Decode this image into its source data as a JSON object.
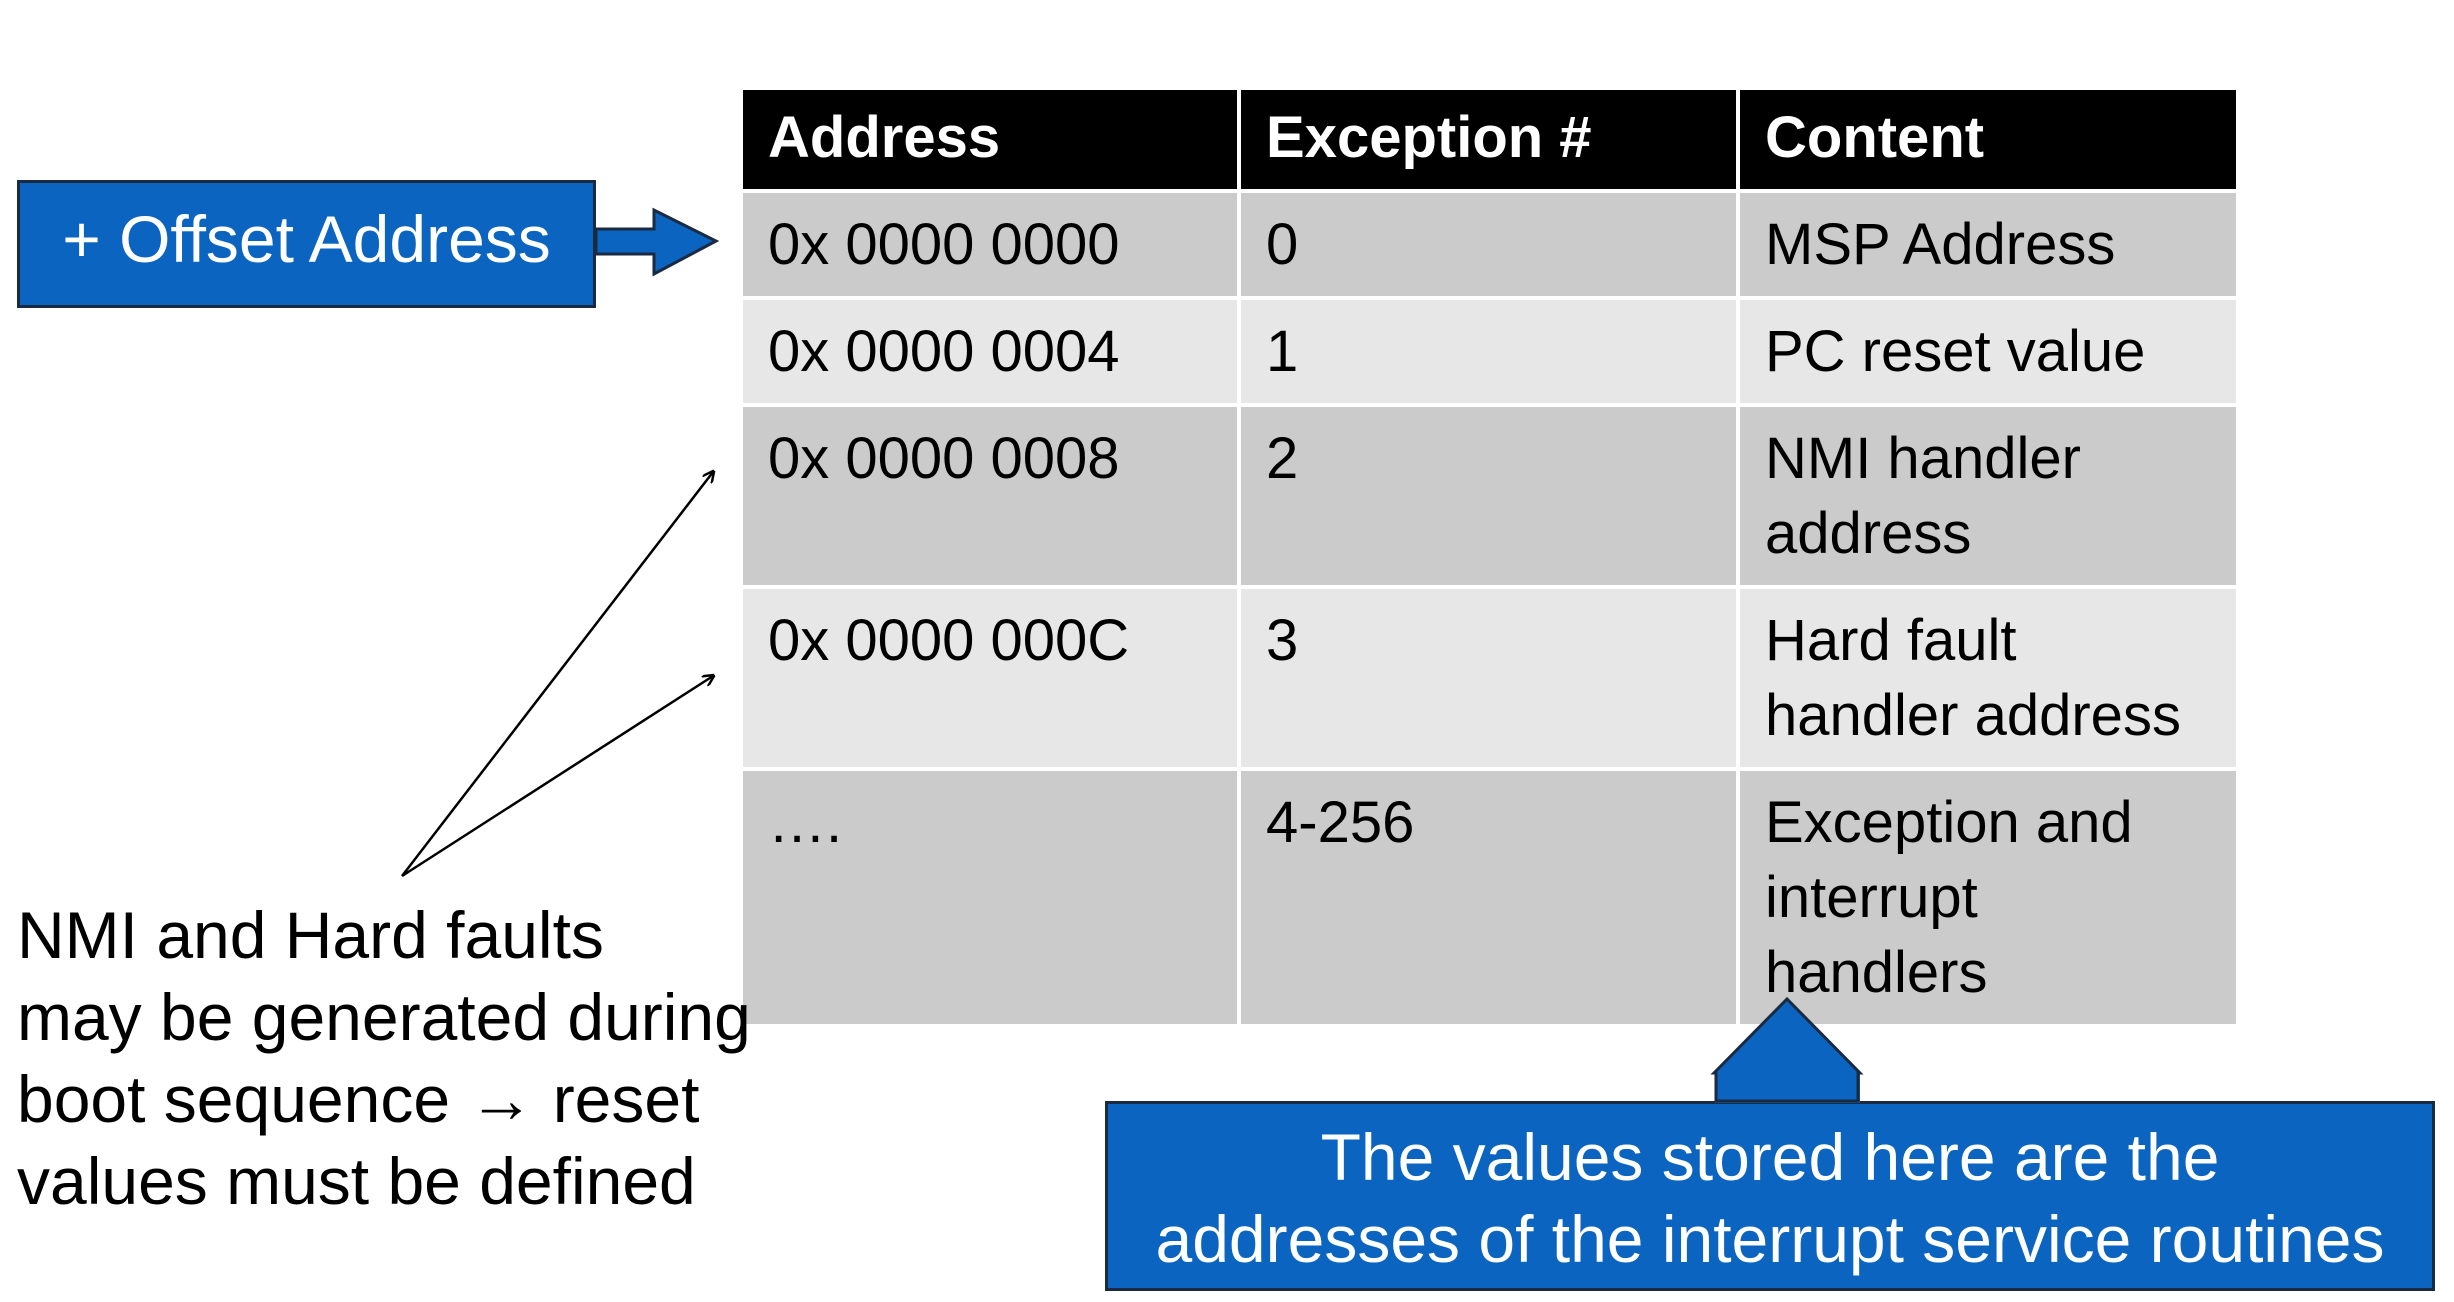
{
  "table": {
    "headers": [
      "Address",
      "Exception #",
      "Content"
    ],
    "rows": [
      {
        "address": "0x 0000 0000",
        "exception": "0",
        "content_lines": [
          "MSP Address"
        ]
      },
      {
        "address": "0x 0000 0004",
        "exception": "1",
        "content_lines": [
          "PC reset value"
        ]
      },
      {
        "address": "0x 0000 0008",
        "exception": "2",
        "content_lines": [
          "NMI handler",
          "address"
        ]
      },
      {
        "address": "0x 0000 000C",
        "exception": "3",
        "content_lines": [
          "Hard fault",
          "handler address"
        ]
      },
      {
        "address": "….",
        "exception": "4-256",
        "content_lines": [
          "Exception and",
          "interrupt",
          "handlers"
        ]
      }
    ]
  },
  "offset_box": {
    "label": "+ Offset Address"
  },
  "values_box": {
    "line1": "The values stored here are the",
    "line2": "addresses of the interrupt service routines"
  },
  "note": {
    "lines": [
      "NMI and Hard faults",
      "may be generated during",
      "boot sequence → reset",
      "values must be defined"
    ]
  },
  "colors": {
    "box_blue": "#0a64c0",
    "header_bg": "#000000",
    "row_dark": "#cbcbcb",
    "row_light": "#e7e7e7"
  }
}
